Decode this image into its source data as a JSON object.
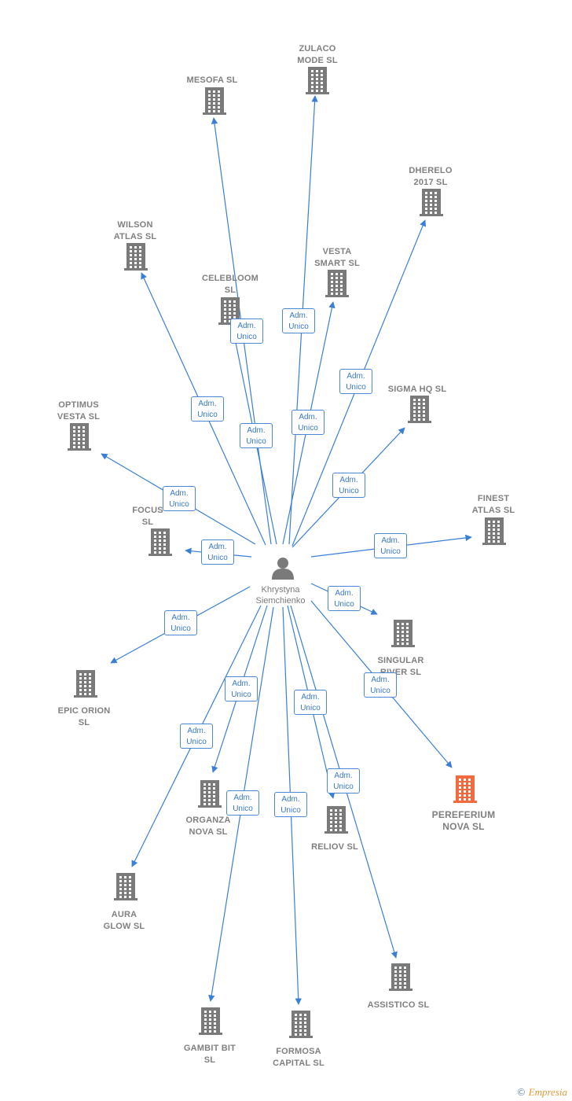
{
  "person": {
    "name": "Khrystyna\nSiemchienko",
    "icon": "person-icon"
  },
  "role_label": "Adm.\nUnico",
  "colors": {
    "edge": "#3a7fd5",
    "building": "#7a7a7a",
    "highlight": "#f26a3d",
    "label": "#808080"
  },
  "companies": [
    {
      "name": "ZULACO\nMODE  SL",
      "highlight": false
    },
    {
      "name": "MESOFA  SL",
      "highlight": false
    },
    {
      "name": "DHERELO\n2017  SL",
      "highlight": false
    },
    {
      "name": "WILSON\nATLAS  SL",
      "highlight": false
    },
    {
      "name": "VESTA\nSMART  SL",
      "highlight": false
    },
    {
      "name": "CELEBLOOM\nSL",
      "highlight": false
    },
    {
      "name": "SIGMA HQ  SL",
      "highlight": false
    },
    {
      "name": "OPTIMUS\nVESTA  SL",
      "highlight": false
    },
    {
      "name": "FINEST\nATLAS  SL",
      "highlight": false
    },
    {
      "name": "FOCUS\nSL",
      "highlight": false
    },
    {
      "name": "SINGULAR\nRIVER  SL",
      "highlight": false
    },
    {
      "name": "EPIC ORION\nSL",
      "highlight": false
    },
    {
      "name": "PEREFERIUM\nNOVA  SL",
      "highlight": true
    },
    {
      "name": "ORGANZA\nNOVA  SL",
      "highlight": false
    },
    {
      "name": "RELIOV  SL",
      "highlight": false
    },
    {
      "name": "AURA\nGLOW  SL",
      "highlight": false
    },
    {
      "name": "ASSISTICO  SL",
      "highlight": false
    },
    {
      "name": "GAMBIT BIT\nSL",
      "highlight": false
    },
    {
      "name": "FORMOSA\nCAPITAL  SL",
      "highlight": false
    }
  ],
  "footer": {
    "copyright": "©",
    "brand": "Empresia"
  }
}
